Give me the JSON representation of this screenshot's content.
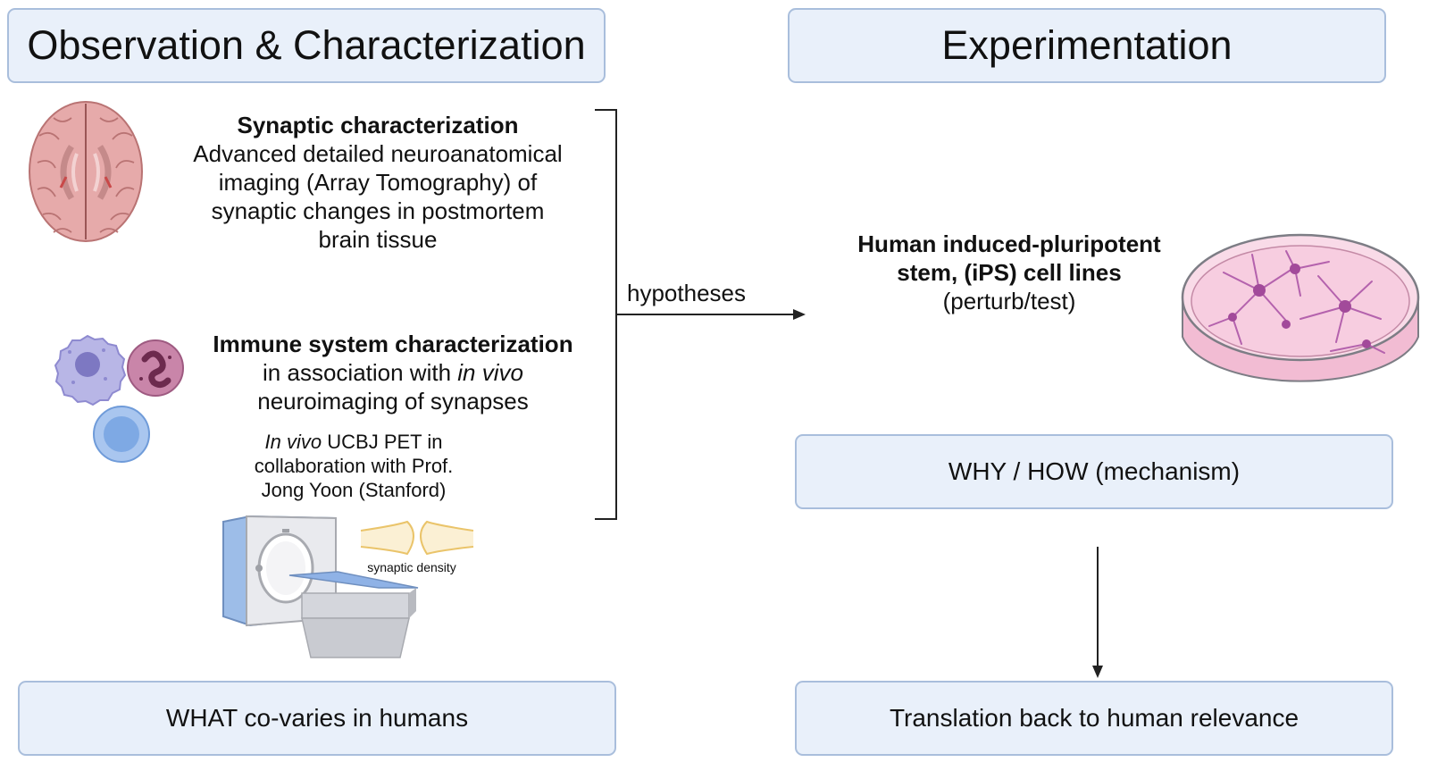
{
  "left": {
    "header": "Observation & Characterization",
    "synaptic": {
      "title": "Synaptic characterization",
      "lines": [
        "Advanced detailed neuroanatomical",
        "imaging (Array Tomography) of",
        "synaptic changes in postmortem",
        "brain tissue"
      ]
    },
    "immune": {
      "title": "Immune system characterization",
      "line1_pre": "in association with ",
      "line1_em": "in vivo",
      "line2": "neuroimaging of synapses"
    },
    "pet": {
      "line1_em": "In vivo",
      "line1_rest": " UCBJ PET in",
      "line2": "collaboration with Prof.",
      "line3": "Jong Yoon (Stanford)"
    },
    "synaptic_density_label": "synaptic density",
    "footer": "WHAT co-varies in humans"
  },
  "connector": {
    "label": "hypotheses"
  },
  "right": {
    "header": "Experimentation",
    "ips": {
      "title_line1": "Human induced-pluripotent",
      "title_line2": "stem, (iPS) cell lines",
      "subtitle": "(perturb/test)"
    },
    "mechanism": "WHY / HOW (mechanism)",
    "footer": "Translation back to human relevance"
  },
  "colors": {
    "box_fill": "#e9f0fa",
    "box_border": "#a9bedc",
    "brain": "#e3a6a6",
    "dish_pink": "#f4c6da",
    "neuron": "#b05aa8"
  }
}
